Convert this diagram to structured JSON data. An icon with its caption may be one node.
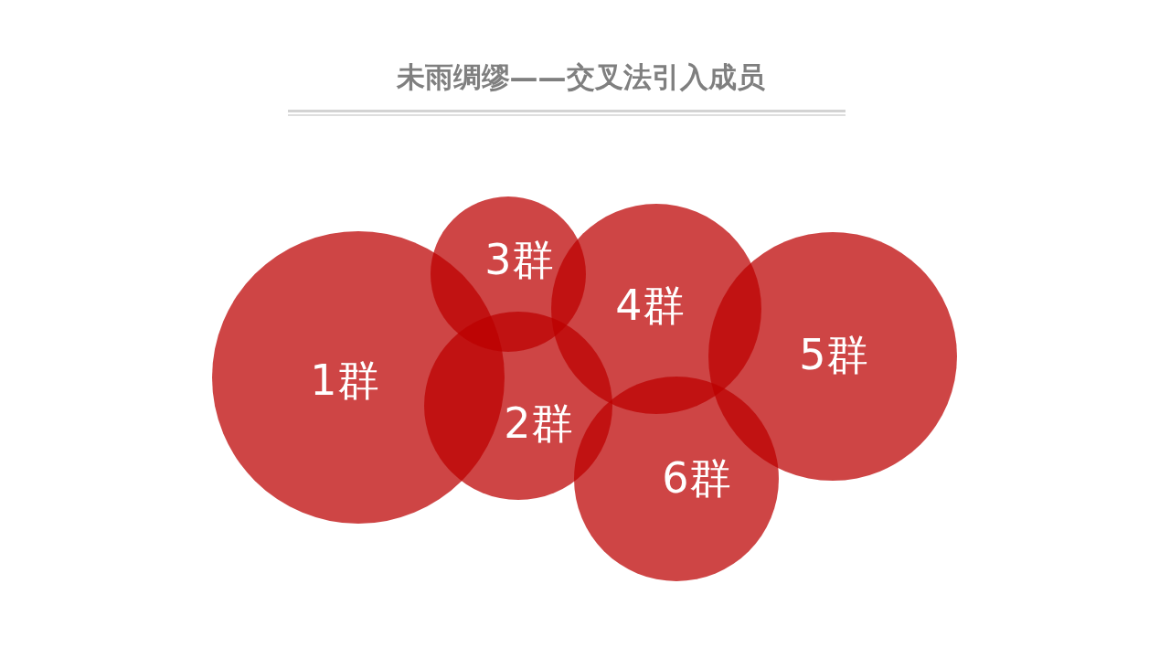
{
  "diagram": {
    "title": "未雨绸缪——交叉法引入成员",
    "nodes": [
      {
        "text": [
          "1群"
        ]
      },
      {
        "text": [
          "2群"
        ]
      },
      {
        "text": [
          "3群"
        ]
      },
      {
        "text": [
          "4群"
        ]
      },
      {
        "text": [
          "5群"
        ]
      },
      {
        "text": [
          "6群"
        ]
      }
    ]
  }
}
